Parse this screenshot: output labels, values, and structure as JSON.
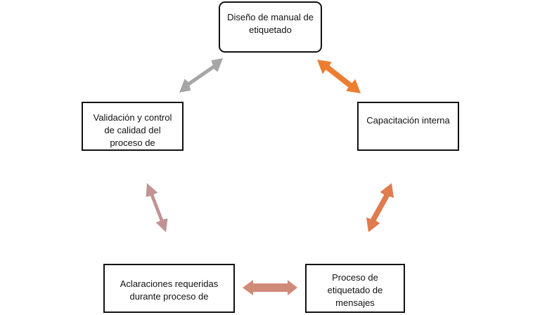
{
  "nodes": {
    "top": "Diseño de manual de etiquetado",
    "left": "Validación y control de calidad del proceso de",
    "right": "Capacitación interna",
    "bottom_left": "Aclaraciones requeridas durante proceso de",
    "bottom_right": "Proceso de etiquetado de mensajes"
  },
  "arrow_colors": {
    "top_left": "#a6a6a6",
    "top_right": "#ed7d31",
    "right_bottom": "#e07b4f",
    "bottom": "#d08a78",
    "left_bottom": "#c19393"
  }
}
